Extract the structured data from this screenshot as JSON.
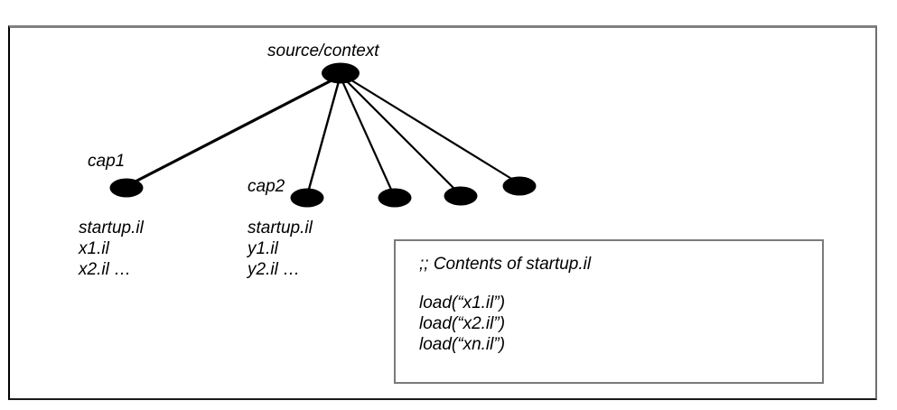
{
  "diagram": {
    "type": "tree",
    "root": {
      "label": "source/context",
      "name": "root-node"
    },
    "children": [
      {
        "label": "cap1",
        "name": "node-cap1"
      },
      {
        "label": "cap2",
        "name": "node-cap2"
      },
      {
        "label": "",
        "name": "node-3"
      },
      {
        "label": "",
        "name": "node-4"
      },
      {
        "label": "",
        "name": "node-5"
      }
    ],
    "file_lists": [
      {
        "owner": "cap1",
        "lines": [
          "startup.il",
          "x1.il",
          "x2.il …"
        ]
      },
      {
        "owner": "cap2",
        "lines": [
          "startup.il",
          "y1.il",
          "y2.il …"
        ]
      }
    ],
    "code_box": {
      "comment": ";; Contents of startup.il",
      "lines": [
        "load(“x1.il”)",
        "load(“x2.il”)",
        "load(“xn.il”)"
      ]
    },
    "colors": {
      "node_fill": "#000000",
      "edge": "#000000",
      "frame_top": "#808080",
      "frame_left": "#000000",
      "code_box_border": "#7a7a7a",
      "background": "#ffffff",
      "text": "#000000"
    }
  }
}
